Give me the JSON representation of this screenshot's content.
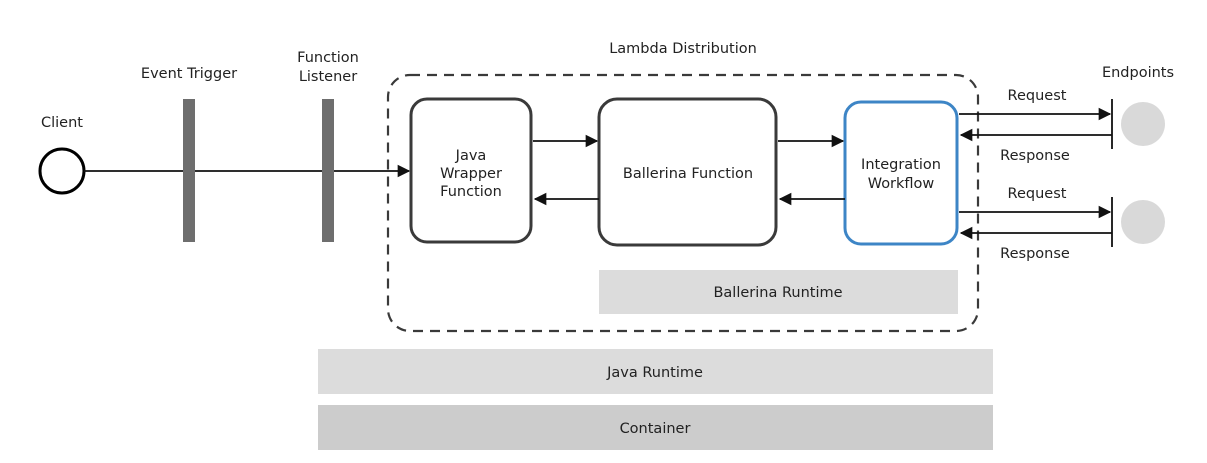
{
  "labels": {
    "client": "Client",
    "event_trigger": "Event Trigger",
    "function_listener_line1": "Function",
    "function_listener_line2": "Listener",
    "lambda_distribution": "Lambda Distribution",
    "endpoints": "Endpoints"
  },
  "boxes": {
    "java_wrapper_line1": "Java",
    "java_wrapper_line2": "Wrapper",
    "java_wrapper_line3": "Function",
    "ballerina_function": "Ballerina Function",
    "integration_line1": "Integration",
    "integration_line2": "Workflow"
  },
  "layers": {
    "ballerina_runtime": "Ballerina Runtime",
    "java_runtime": "Java Runtime",
    "container": "Container"
  },
  "messages": {
    "request_1": "Request",
    "response_1": "Response",
    "request_2": "Request",
    "response_2": "Response"
  },
  "colors": {
    "stroke_dark": "#3a3a3a",
    "bar_gray": "#6e6e6e",
    "accent_blue": "#3d85c6",
    "layer_light": "#dcdcdc",
    "layer_mid": "#cccccc",
    "endpoint_fill": "#d9d9d9"
  }
}
